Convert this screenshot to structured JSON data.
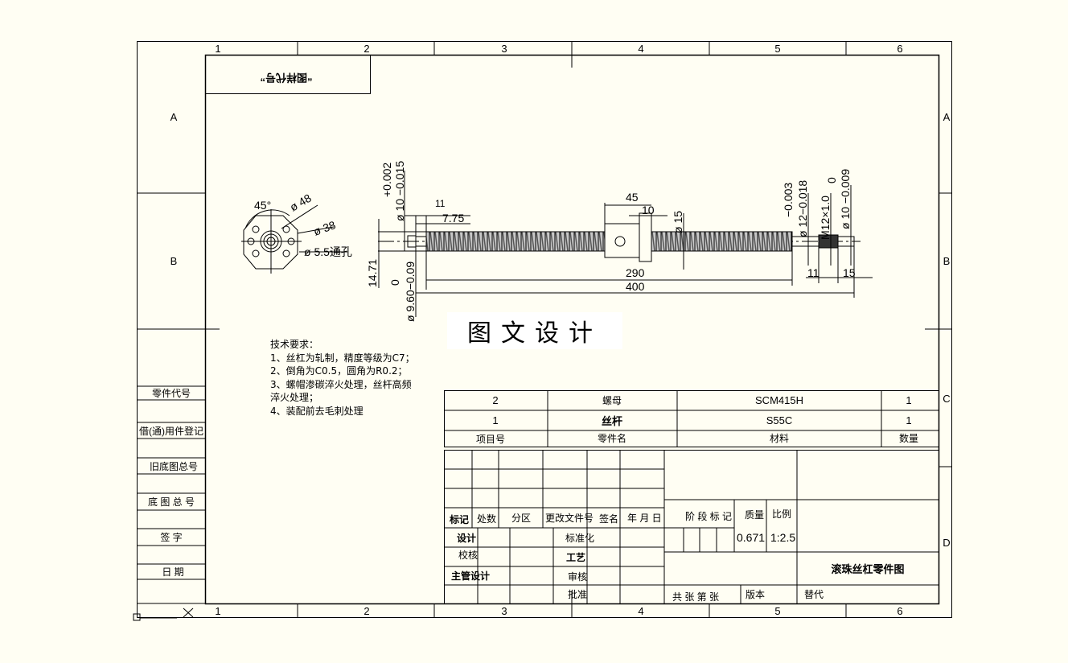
{
  "frame": {
    "column_numbers": [
      "1",
      "2",
      "3",
      "4",
      "5",
      "6"
    ],
    "row_letters": [
      "A",
      "B",
      "C",
      "D"
    ],
    "drawing_code_label": "“图样代号”"
  },
  "side_column": {
    "labels": [
      "零件代号",
      "借(通)用件登记",
      "旧底图总号",
      "底 图 总 号",
      "签  字",
      "日  期"
    ]
  },
  "views": {
    "flange": {
      "angle": "45°",
      "pcd_outer": "ø 48",
      "pcd_inner": "ø 38",
      "hole": "ø 5.5通孔"
    },
    "shaft": {
      "left_dia_tol": "+0.002",
      "left_dia": "ø 10 −0.015",
      "len_11": "11",
      "len_775": "7.75",
      "height": "14.71",
      "groove_tol": "0",
      "groove_dia": "ø 9.60−0.09",
      "nut_len": "45",
      "flange_len": "10",
      "thread_dia": "ø 15",
      "len_290": "290",
      "len_400": "400",
      "right_tol": "−0.003",
      "right_dia": "ø 12−0.018",
      "thread_spec": "M12×1.0",
      "end_tol": "0",
      "end_dia": "ø 10 −0.009",
      "right_11": "11",
      "right_15": "15"
    }
  },
  "watermark": "图文设计",
  "requirements": {
    "title": "技术要求：",
    "items": [
      "1、丝杠为轧制，精度等级为C7；",
      "2、倒角为C0.5，圆角为R0.2；",
      "3、螺帽渗碳淬火处理，丝杆高频",
      "淬火处理；",
      "4、装配前去毛刺处理"
    ]
  },
  "parts_list": {
    "rows": [
      [
        "2",
        "螺母",
        "SCM415H",
        "1"
      ],
      [
        "1",
        "丝杆",
        "S55C",
        "1"
      ]
    ],
    "headers": [
      "项目号",
      "零件名",
      "材料",
      "数量"
    ]
  },
  "title_block": {
    "rev_headers": [
      "标记",
      "处数",
      "分区",
      "更改文件号",
      "签名",
      "年 月 日"
    ],
    "sign_rows": [
      [
        "设计",
        "标准化"
      ],
      [
        "校核",
        "工艺"
      ],
      [
        "主管设计",
        "审核"
      ],
      [
        "",
        "批准"
      ]
    ],
    "stage_label": "阶 段 标 记",
    "mass_label": "质量",
    "scale_label": "比例",
    "mass": "0.671",
    "scale": "1:2.5",
    "sheets": "共  张   第  张",
    "version": "版本",
    "replace": "替代",
    "drawing_title": "滚珠丝杠零件图"
  }
}
